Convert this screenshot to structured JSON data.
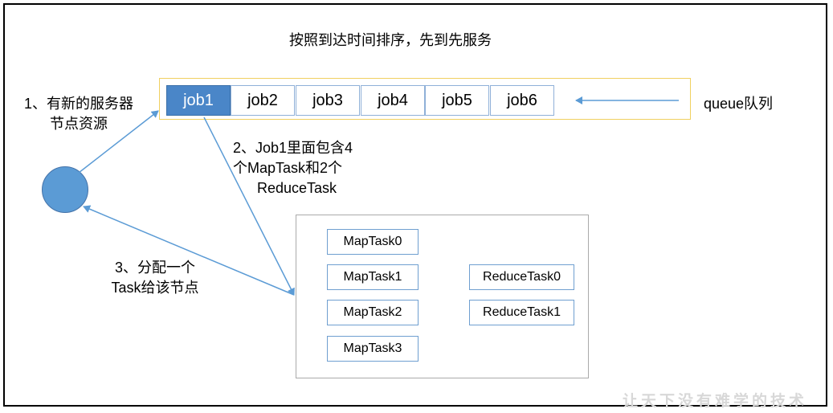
{
  "title": "按照到达时间排序，先到先服务",
  "queue": {
    "label": "queue队列",
    "jobs": [
      "job1",
      "job2",
      "job3",
      "job4",
      "job5",
      "job6"
    ]
  },
  "steps": {
    "step1_line1": "1、有新的服务器",
    "step1_line2": "节点资源",
    "step2_line1": "2、Job1里面包含4",
    "step2_line2": "个MapTask和2个",
    "step2_line3": "ReduceTask",
    "step3_line1": "3、分配一个",
    "step3_line2": "Task给该节点"
  },
  "tasks": {
    "map": [
      "MapTask0",
      "MapTask1",
      "MapTask2",
      "MapTask3"
    ],
    "reduce": [
      "ReduceTask0",
      "ReduceTask1"
    ]
  },
  "watermark": "让天下没有难学的技术",
  "colors": {
    "active_job": "#4a86c8",
    "arrow": "#5b9bd5",
    "queue_border": "#f0d060",
    "node": "#5b9bd5"
  }
}
